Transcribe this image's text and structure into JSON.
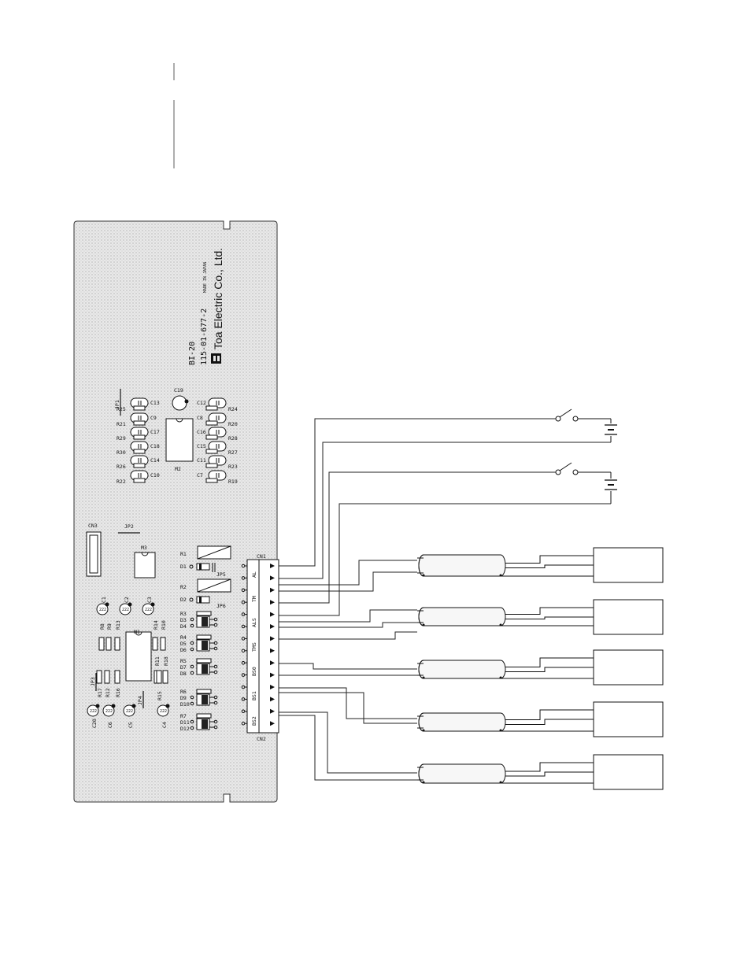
{
  "board": {
    "model_code": "BI-20",
    "part_number": "115-01-677-2",
    "origin": "MADE IN JAPAN",
    "maker": "Toa Electric Co., Ltd."
  },
  "components": {
    "capacitors_left": [
      "C13",
      "C9",
      "C17",
      "C18",
      "C14",
      "C10"
    ],
    "resistors_left": [
      "R25",
      "R21",
      "R29",
      "R30",
      "R26",
      "R22"
    ],
    "capacitors_right": [
      "C12",
      "C8",
      "C16",
      "C15",
      "C11",
      "C7"
    ],
    "resistors_right": [
      "R24",
      "R20",
      "R28",
      "R27",
      "R23",
      "R19"
    ],
    "c19": "C19",
    "m2": "M2",
    "jp1": "JP1",
    "jp2": "JP2",
    "cn3": "CN3",
    "m3": "M3",
    "m1": "M1",
    "r1": "R1",
    "d1": "D1",
    "jp5": "JP5",
    "r2": "R2",
    "d2": "D2",
    "jp6": "JP6",
    "r3": "R3",
    "d3": "D3",
    "d4": "D4",
    "r4": "R4",
    "d5": "D5",
    "d6": "D6",
    "r5": "R5",
    "d7": "D7",
    "d8": "D8",
    "r6": "R6",
    "d9": "D9",
    "d10": "D10",
    "r7": "R7",
    "d11": "D11",
    "d12": "D12",
    "c1": "C1",
    "c2": "C2",
    "c3": "C3",
    "r8": "R8",
    "r9": "R9",
    "r13": "R13",
    "r14": "R14",
    "r10": "R10",
    "r11": "R11",
    "r18": "R18",
    "jp3": "JP3",
    "r17": "R17",
    "r12": "R12",
    "r16": "R16",
    "jp4": "JP4",
    "r15": "R15",
    "c20": "C20",
    "c6": "C6",
    "c5": "C5",
    "c4": "C4",
    "cap_mark": "222"
  },
  "connectors": {
    "cn1": "CN1",
    "cn2": "CN2",
    "pin_labels": [
      "AL",
      "TM",
      "ALS",
      "TMS",
      "BS0",
      "BS1",
      "BS2"
    ]
  }
}
